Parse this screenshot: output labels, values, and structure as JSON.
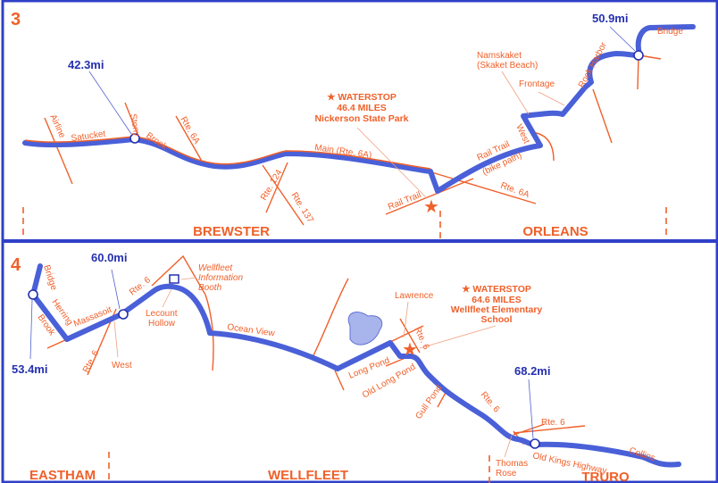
{
  "panels": [
    {
      "number": "3",
      "mile_markers": [
        "42.3mi",
        "50.9mi"
      ],
      "waterstop": {
        "title": "★ WATERSTOP",
        "miles": "46.4 MILES",
        "place": "Nickerson State Park"
      },
      "towns": [
        "BREWSTER",
        "ORLEANS"
      ],
      "roads": [
        "Airline",
        "Satucket",
        "Stony",
        "Brook",
        "Rte. 6A",
        "Main (Rte. 6A)",
        "Rte. 124",
        "Rte. 137",
        "Rail Trail",
        "Rail Trail",
        "(bike path)",
        "Rte. 6A",
        "West",
        "Namskaket",
        "(Skaket Beach)",
        "Frontage",
        "Rock Harbor",
        "Bridge"
      ]
    },
    {
      "number": "4",
      "mile_markers": [
        "60.0mi",
        "53.4mi",
        "68.2mi"
      ],
      "waterstop": {
        "title": "★ WATERSTOP",
        "miles": "64.6 MILES",
        "place": "Wellfleet Elementary",
        "place2": "School"
      },
      "info_booth": [
        "Wellfleet",
        "Information",
        "Booth"
      ],
      "towns": [
        "EASTHAM",
        "WELLFLEET",
        "TRURO"
      ],
      "roads": [
        "Bridge",
        "Herring",
        "Brook",
        "Massasoit",
        "Rte. 6",
        "Rte. 6",
        "West",
        "Lecount",
        "Hollow",
        "Ocean View",
        "Lawrence",
        "Rte. 6",
        "Long Pond",
        "Old Long Pond",
        "Gull Pond",
        "Rte. 6",
        "Rte. 6",
        "Thomas",
        "Rose",
        "Old Kings Highway",
        "Collins"
      ]
    }
  ],
  "colors": {
    "route": "#4a60d8",
    "roads": "#f0602a",
    "border": "#3040c8",
    "mile_text": "#2430b0"
  }
}
